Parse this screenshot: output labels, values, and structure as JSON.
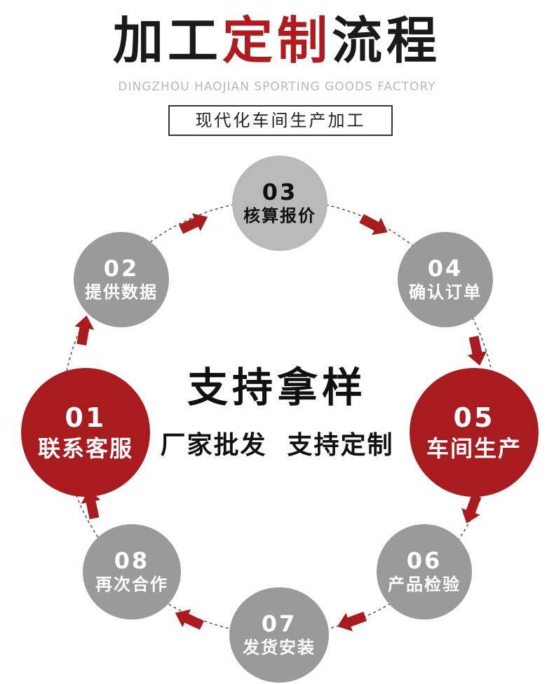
{
  "header": {
    "title_part1": "加工",
    "title_accent": "定制",
    "title_part2": "流程",
    "subtitle_en": "DINGZHOU HAOJIAN SPORTING GOODS FACTORY",
    "tagline": "现代化车间生产加工"
  },
  "center": {
    "main": "支持拿样",
    "sub": "厂家批发  支持定制"
  },
  "steps": [
    {
      "num": "01",
      "label": "联系客服"
    },
    {
      "num": "02",
      "label": "提供数据"
    },
    {
      "num": "03",
      "label": "核算报价"
    },
    {
      "num": "04",
      "label": "确认订单"
    },
    {
      "num": "05",
      "label": "车间生产"
    },
    {
      "num": "06",
      "label": "产品检验"
    },
    {
      "num": "07",
      "label": "发货安装"
    },
    {
      "num": "08",
      "label": "再次合作"
    }
  ],
  "colors": {
    "accent": "#a81c1f",
    "step_gray": "#9a9a9a",
    "step_light": "#b9b9b9"
  }
}
